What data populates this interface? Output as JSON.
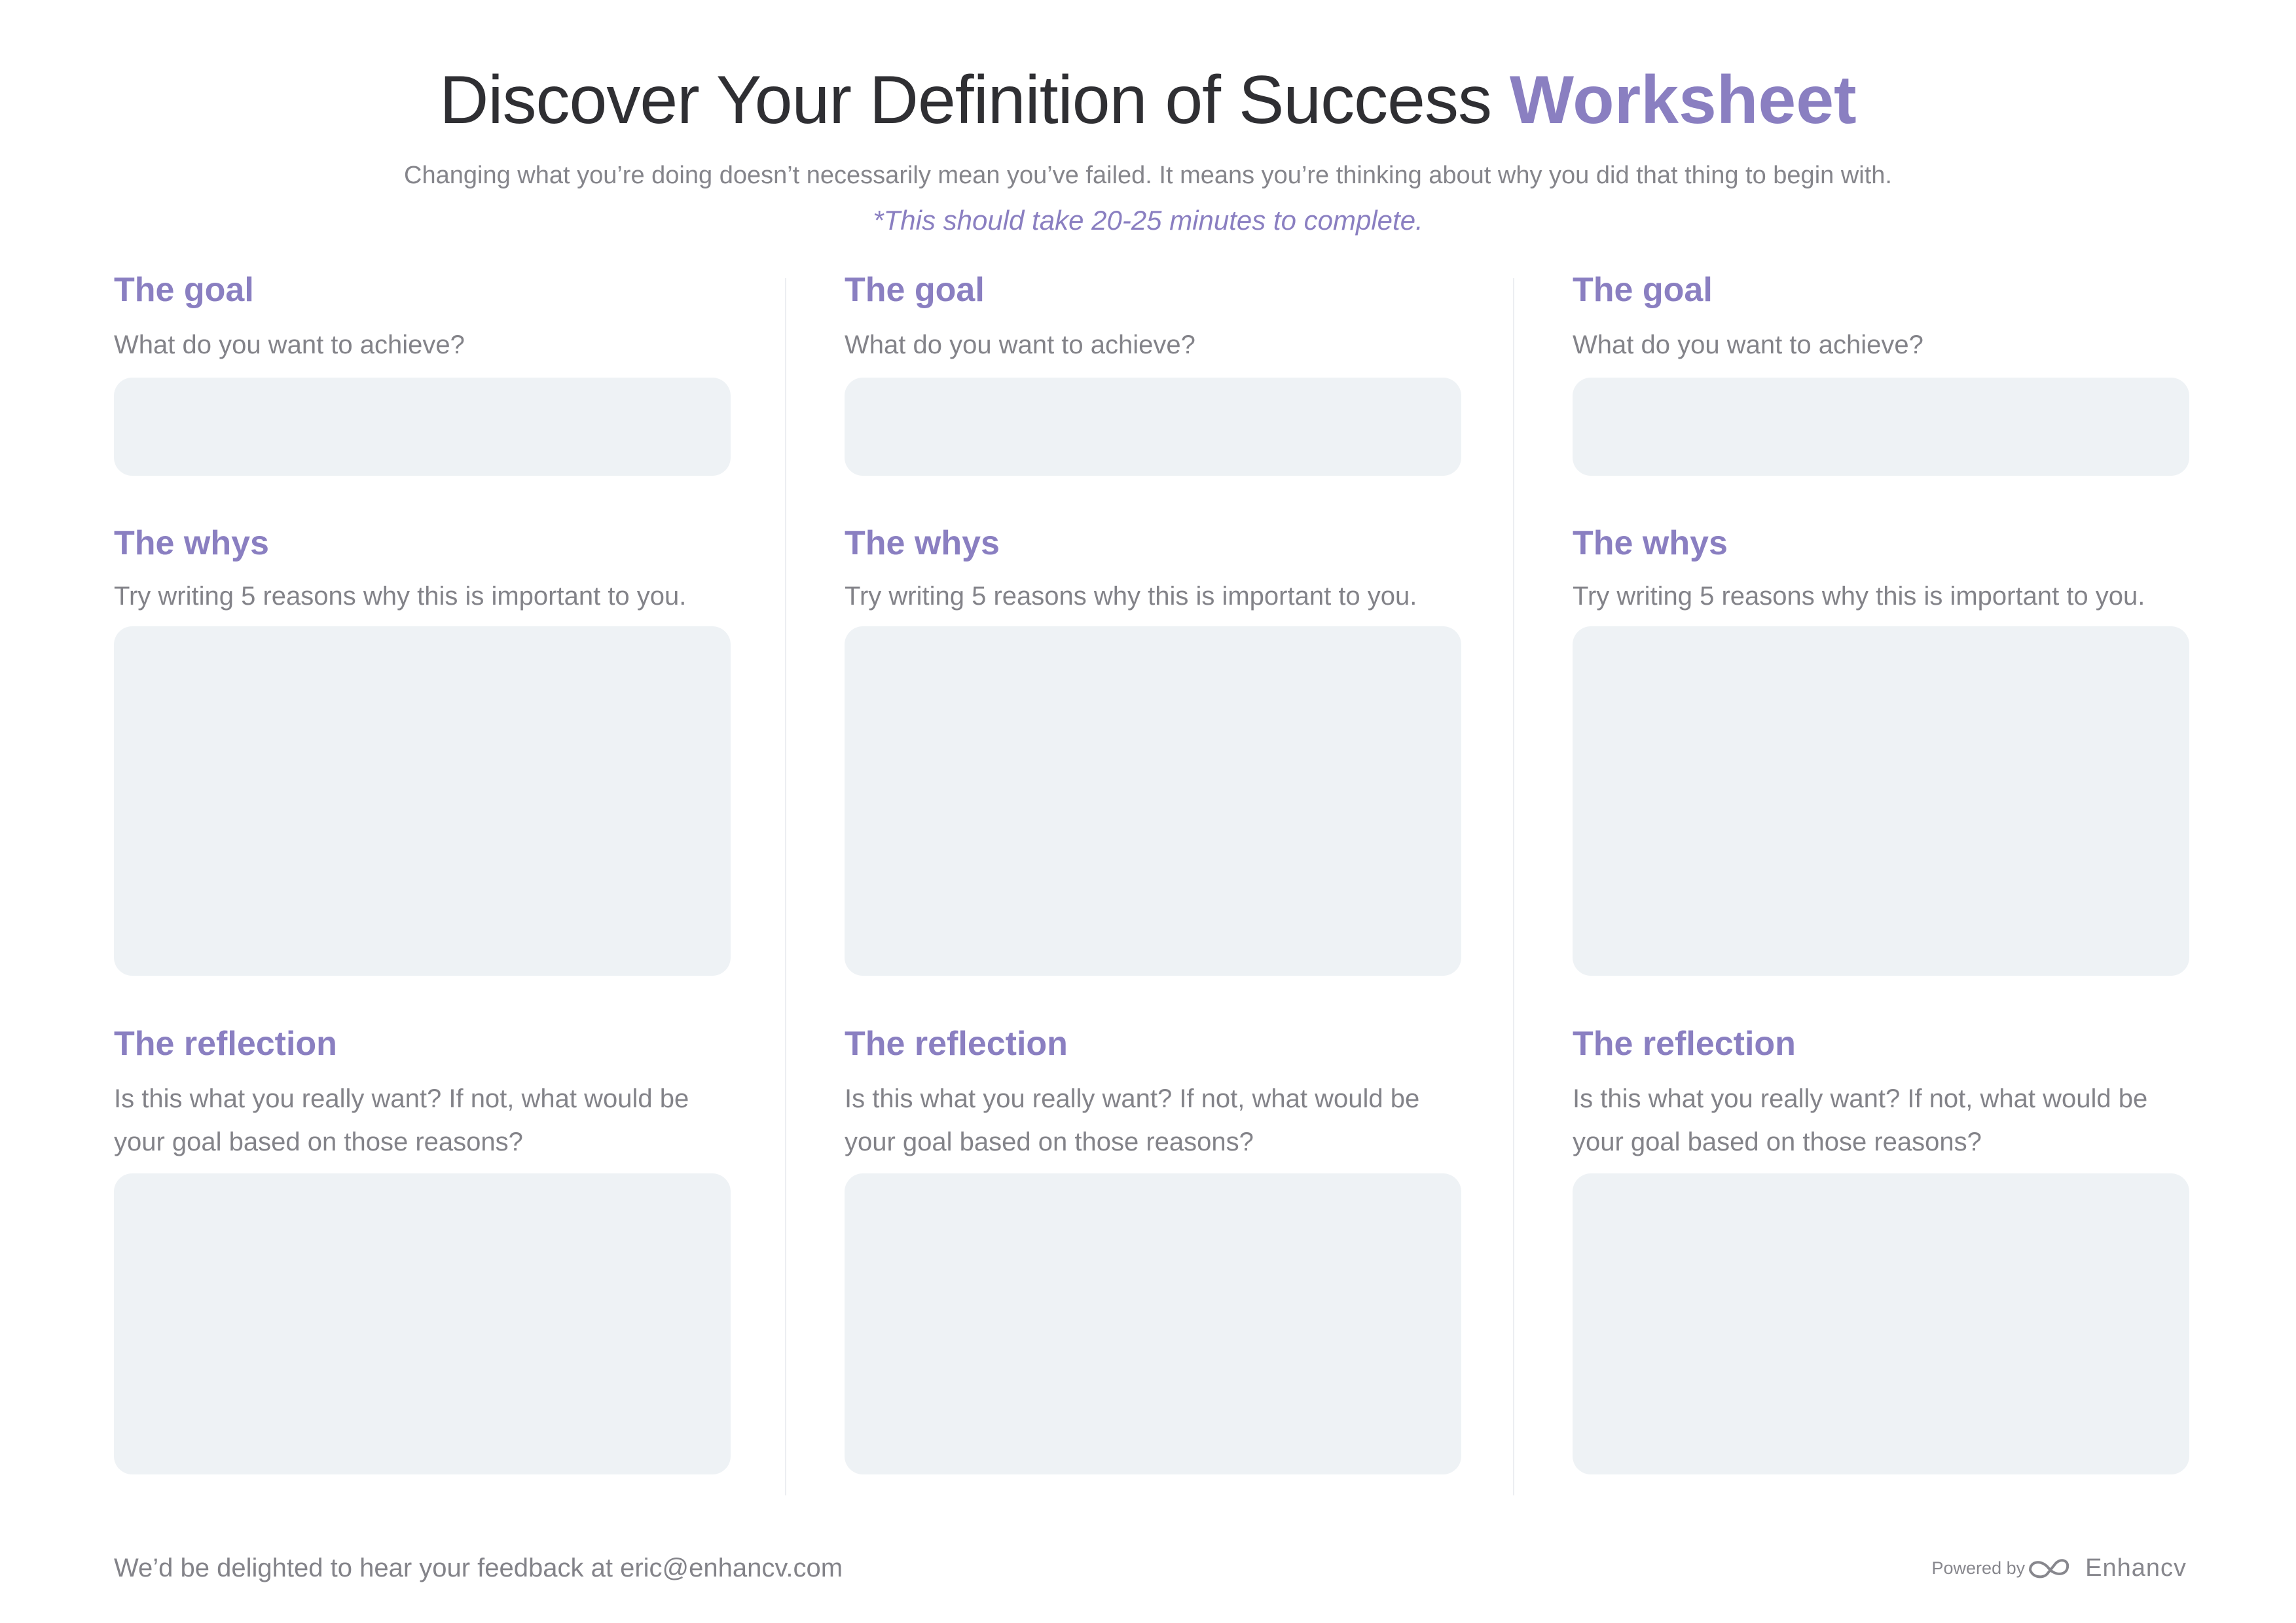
{
  "header": {
    "title_main": "Discover Your Definition of Success ",
    "title_accent": "Worksheet",
    "subtitle": "Changing what you’re doing doesn’t necessarily mean you’ve failed. It means you’re thinking about why you did that thing to begin with.",
    "note": "*This should take 20-25 minutes to complete."
  },
  "columns": [
    {
      "goal": {
        "heading": "The goal",
        "prompt": "What do you want to achieve?",
        "value": ""
      },
      "whys": {
        "heading": "The whys",
        "prompt": "Try writing 5 reasons why this is important to you.",
        "value": ""
      },
      "reflection": {
        "heading": "The reflection",
        "prompt": "Is this what you really want? If not, what would be your goal based on those reasons?",
        "value": ""
      }
    },
    {
      "goal": {
        "heading": "The goal",
        "prompt": "What do you want to achieve?",
        "value": ""
      },
      "whys": {
        "heading": "The whys",
        "prompt": "Try writing 5 reasons why this is important to you.",
        "value": ""
      },
      "reflection": {
        "heading": "The reflection",
        "prompt": "Is this what you really want? If not, what would be your goal based on those reasons?",
        "value": ""
      }
    },
    {
      "goal": {
        "heading": "The goal",
        "prompt": "What do you want to achieve?",
        "value": ""
      },
      "whys": {
        "heading": "The whys",
        "prompt": "Try writing 5 reasons why this is important to you.",
        "value": ""
      },
      "reflection": {
        "heading": "The reflection",
        "prompt": "Is this what you really want? If not, what would be your goal based on those reasons?",
        "value": ""
      }
    }
  ],
  "footer": {
    "feedback_text": "We’d be delighted to hear your feedback at eric@enhancv.com",
    "powered_by": "Powered by",
    "brand_name": "Enhancv",
    "brand_icon": "infinity-logo-icon"
  },
  "colors": {
    "accent": "#8a7fc1",
    "title_text": "#2f2f33",
    "body_text": "#838389",
    "answer_box": "#eef2f5",
    "divider": "#eceef1"
  }
}
